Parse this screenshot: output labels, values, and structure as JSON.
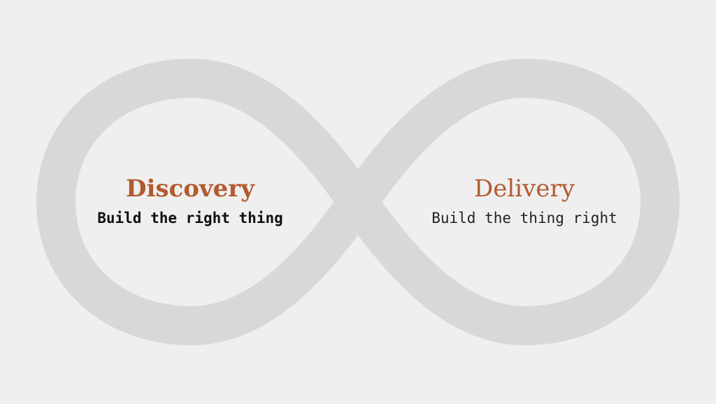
{
  "diagram": {
    "left_node": {
      "title": "Discovery",
      "subtitle": "Build the right thing",
      "emphasis": "bold"
    },
    "right_node": {
      "title": "Delivery",
      "subtitle": "Build the thing right",
      "emphasis": "regular"
    },
    "colors": {
      "background": "#efefef",
      "loop": "#d8d8d8",
      "title": "#b35a2e",
      "subtitle": "#1f1f1f"
    }
  }
}
